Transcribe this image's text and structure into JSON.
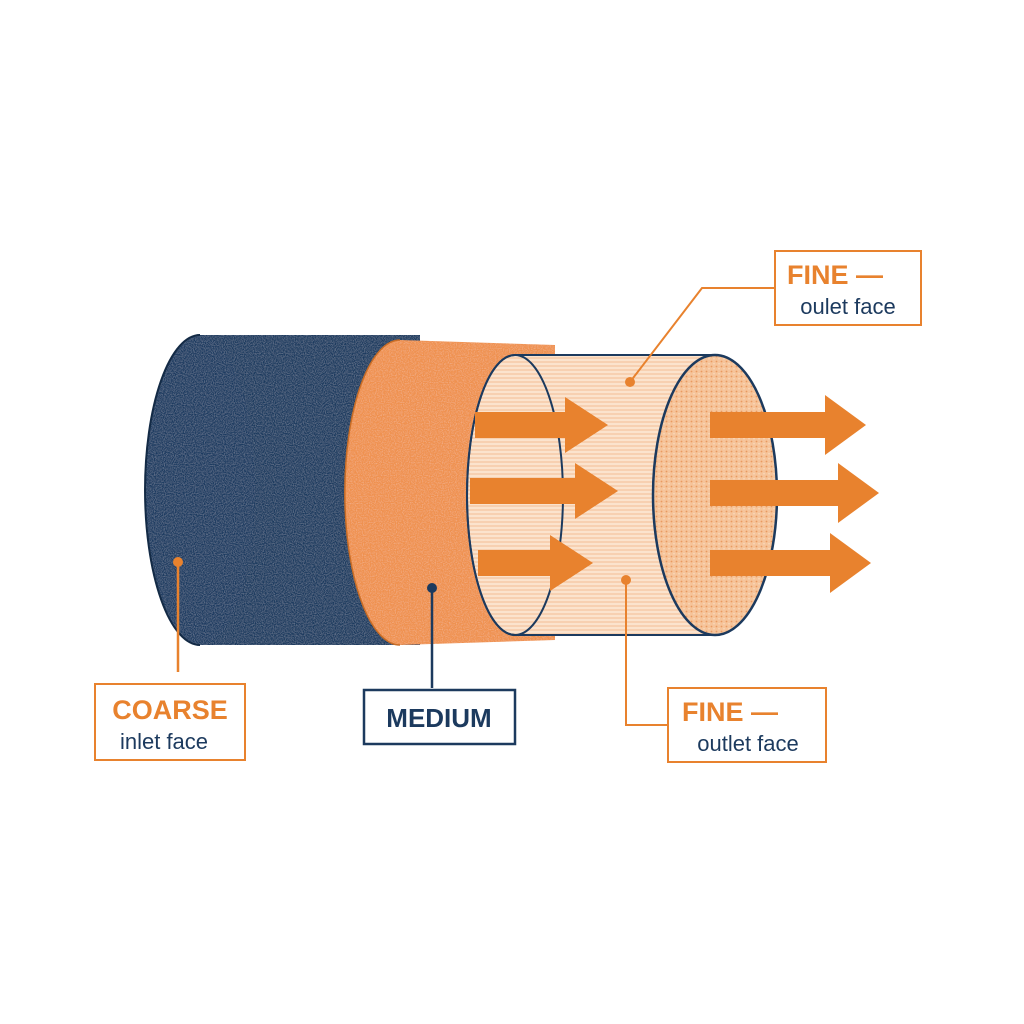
{
  "colors": {
    "navy": "#1c3a5e",
    "navy_dark": "#152d4b",
    "orange": "#e8822e",
    "orange_medium": "#ef9150",
    "fine_light": "#fbe3cd",
    "fine_face": "#f4b88a",
    "label_text_orange": "#e8822e",
    "label_text_navy": "#1c3a5e"
  },
  "layers": [
    {
      "name": "coarse",
      "color": "#1c3a5e"
    },
    {
      "name": "medium",
      "color": "#ef9150"
    },
    {
      "name": "fine",
      "color": "#fbe3cd"
    }
  ],
  "labels": {
    "coarse": {
      "title": "COARSE",
      "subtitle": "inlet face"
    },
    "medium": {
      "title": "MEDIUM"
    },
    "fine_top": {
      "title": "FINE —",
      "subtitle": "oulet face"
    },
    "fine_bottom": {
      "title": "FINE —",
      "subtitle": "outlet face"
    }
  },
  "flow_arrows": {
    "inner_count": 3,
    "outer_count": 3,
    "direction": "right"
  }
}
